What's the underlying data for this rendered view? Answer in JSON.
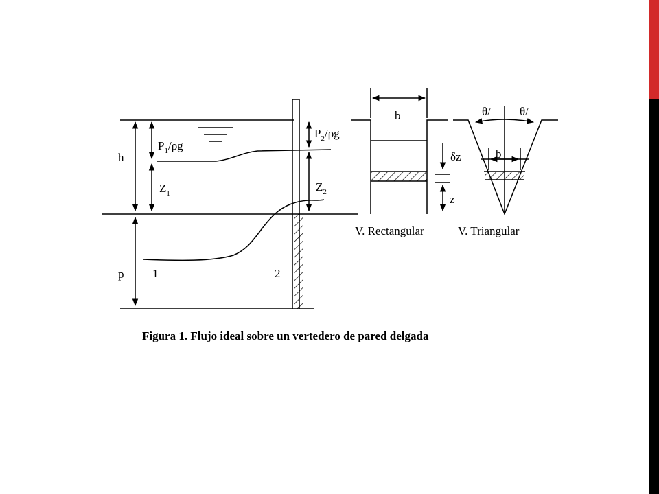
{
  "slide": {
    "accent_color": "#d22a2a",
    "bar_color": "#000000"
  },
  "diagram": {
    "labels": {
      "h": "h",
      "p": "p",
      "p1_rho_g_main": "P",
      "p1_sub": "1",
      "p1_rest": "/ρg",
      "p2_main": "P",
      "p2_sub": "2",
      "p2_rest": "/ρg",
      "z1_main": "Z",
      "z1_sub": "1",
      "z2_main": "Z",
      "z2_sub": "2",
      "section_1": "1",
      "section_2": "2",
      "b_rect": "b",
      "b_tri": "b",
      "delta_z": "δz",
      "z": "z",
      "theta_left": "θ/",
      "theta_right": "θ/",
      "v_rectangular": "V. Rectangular",
      "v_triangular": "V. Triangular"
    },
    "caption": "Figura 1. Flujo ideal sobre un vertedero de pared delgada"
  }
}
